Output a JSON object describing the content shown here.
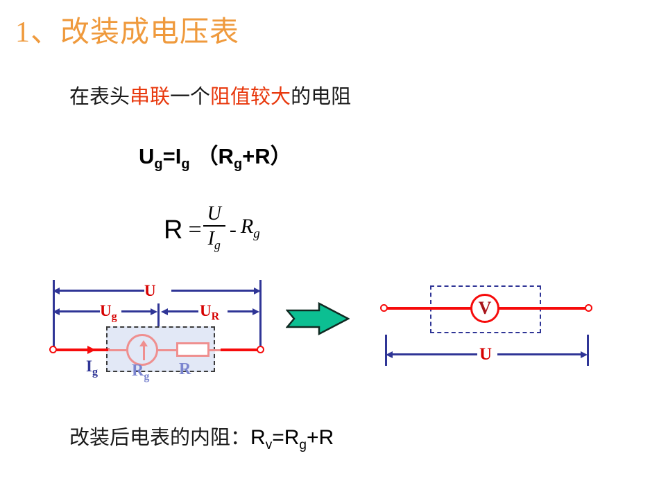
{
  "slide": {
    "title": "1、改装成电压表",
    "title_color": "#ef9a3d",
    "subtitle": {
      "part1": "在表头",
      "hl1": "串联",
      "part2": "一个",
      "hl2": "阻值较大",
      "part3": "的电阻",
      "highlight_color": "#e8380d"
    },
    "formula_series": {
      "lhs": "U",
      "lhs_sub": "g",
      "eq": "=I",
      "eq_sub": "g",
      "open_paren": "（",
      "term1": "R",
      "term1_sub": "g",
      "plus": "+R",
      "close_paren": "）"
    },
    "formula_fraction": {
      "lhs": "R",
      "equals": "=",
      "numerator": "U",
      "denominator": "I",
      "denominator_sub": "g",
      "minus": "-",
      "subtrahend": "R",
      "subtrahend_sub": "g"
    },
    "bottom": {
      "text": "改装后电表的内阻：",
      "formula": "R",
      "formula_sub1": "v",
      "formula_mid": "=R",
      "formula_sub2": "g",
      "formula_end": "+R"
    }
  },
  "left_circuit": {
    "label_U": "U",
    "label_Ug": "U",
    "label_Ug_sub": "g",
    "label_UR": "U",
    "label_UR_sub": "R",
    "label_Ig": "I",
    "label_Ig_sub": "g",
    "label_Rg": "R",
    "label_Rg_sub": "g",
    "label_R": "R",
    "wire_color": "#f60b0b",
    "measure_color": "#2f3596",
    "box_fill": "#e2e8f6"
  },
  "right_circuit": {
    "meter_symbol": "V",
    "label_U": "U",
    "wire_color": "#f60b0b",
    "box_border_color": "#2f3596"
  },
  "transform_arrow": {
    "direction": "right",
    "fill": "#0cbf92",
    "stroke": "#102a22"
  }
}
